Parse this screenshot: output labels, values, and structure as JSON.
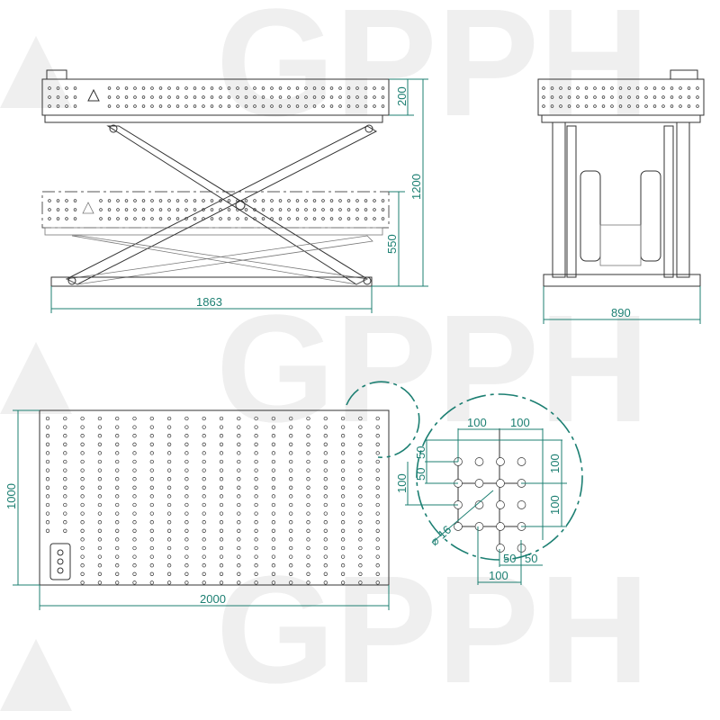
{
  "watermark": {
    "text": "GPPH",
    "color": "#efefef"
  },
  "colors": {
    "dimension": "#1c7f72",
    "line": "#333333"
  },
  "side_view": {
    "dim_table_height": "200",
    "dim_max_height": "1200",
    "dim_min_height": "550",
    "dim_length": "1863"
  },
  "front_view": {
    "dim_width": "890"
  },
  "top_view": {
    "dim_width": "1000",
    "dim_length": "2000"
  },
  "detail": {
    "dim_top_left": "100",
    "dim_top_right": "100",
    "dim_left_50a": "50",
    "dim_left_50b": "50",
    "dim_left_100": "100",
    "dim_right_100a": "100",
    "dim_right_100b": "100",
    "dim_hole_diameter": "⌀ 16",
    "dim_bottom_50a": "50",
    "dim_bottom_50b": "50",
    "dim_bottom_100": "100"
  }
}
